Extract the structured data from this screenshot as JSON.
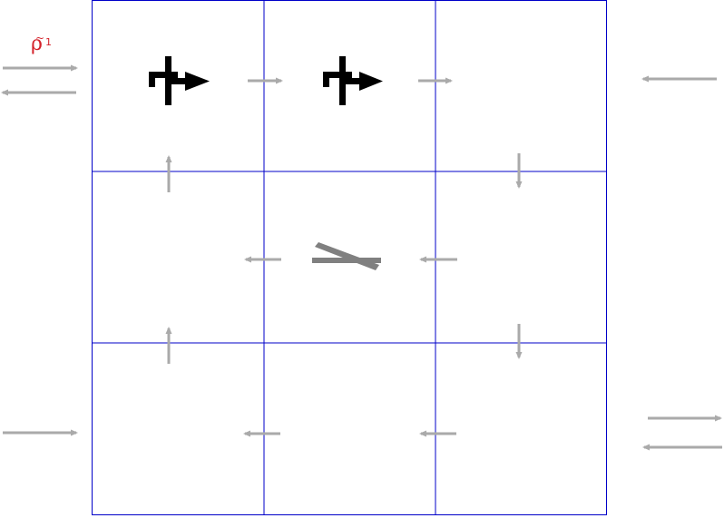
{
  "annotation": {
    "symbol": "ρ",
    "accent": "~",
    "superscript": "1",
    "color": "#d4232b"
  },
  "colors": {
    "grid_line": "#0000c8",
    "arrow": "#aaaaaa",
    "glyph_primary": "#000000",
    "glyph_secondary": "#808080",
    "background": "#ffffff"
  },
  "grid": {
    "rows": 3,
    "cols": 3
  },
  "icons": {
    "cell_1_1": "junction-arrow-icon",
    "cell_1_2": "junction-arrow-icon",
    "cell_2_2": "crossed-bar-icon"
  },
  "flow_arrows": [
    {
      "name": "left-in-arrow-top",
      "dir": "right"
    },
    {
      "name": "left-out-arrow-top",
      "dir": "left"
    },
    {
      "name": "left-in-arrow-bottom",
      "dir": "right"
    },
    {
      "name": "right-in-arrow-top",
      "dir": "left"
    },
    {
      "name": "right-out-arrow-bottom",
      "dir": "right"
    },
    {
      "name": "right-in-arrow-bottom",
      "dir": "left"
    }
  ]
}
